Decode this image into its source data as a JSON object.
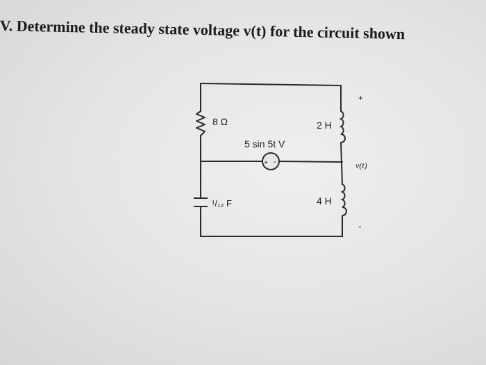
{
  "problem": {
    "text": "V. Determine the steady state voltage v(t) for the circuit shown"
  },
  "circuit": {
    "resistor_label": "8 Ω",
    "capacitor_label": "¹/₁₂ F",
    "source_label": "5 sin 5t V",
    "inductor_top_label": "2 H",
    "inductor_bottom_label": "4 H",
    "output_label": "v(t)",
    "plus_sign": "+",
    "minus_sign": "-",
    "source_polarity_plus": "+",
    "source_polarity_minus": "-"
  }
}
